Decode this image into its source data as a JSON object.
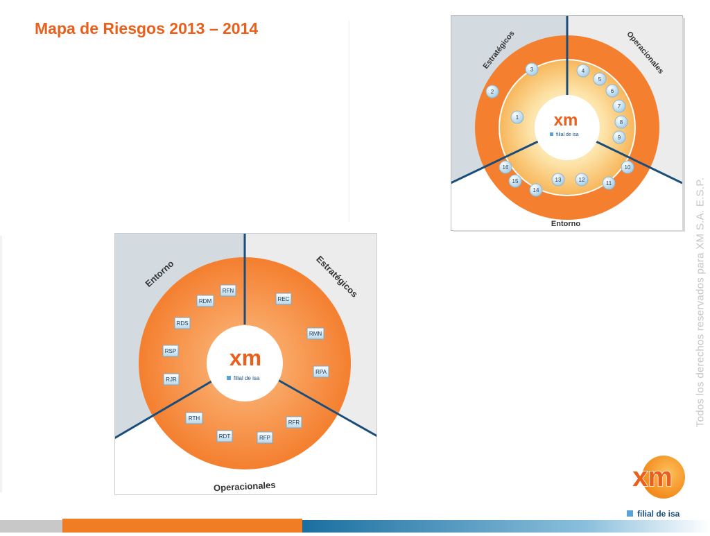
{
  "page": {
    "title": "Mapa de Riesgos 2013 – 2014"
  },
  "copyright": "Todos los derechos reservados para XM S.A. E.S.P.",
  "colors": {
    "accent": "#e8601c",
    "orange": "#f47f2f",
    "blue": "#1a4d7a",
    "grey_bg": "#d3dbe1",
    "light_grey": "#ececec"
  },
  "diagram_2013": {
    "sectors": [
      "Estratégicos",
      "Operacionales",
      "Entorno"
    ],
    "center": {
      "brand": "xm",
      "tagline": "filial de isa"
    },
    "nodes": [
      "1",
      "2",
      "3",
      "4",
      "5",
      "6",
      "7",
      "8",
      "9",
      "10",
      "11",
      "12",
      "13",
      "14",
      "15",
      "16"
    ]
  },
  "diagram_2014": {
    "sectors": [
      "Entorno",
      "Estratégicos",
      "Operacionales"
    ],
    "center": {
      "brand": "xm",
      "tagline": "filial de isa"
    },
    "nodes": [
      "RFN",
      "RDM",
      "RDS",
      "RSP",
      "RJR",
      "REC",
      "RMN",
      "RPA",
      "RTH",
      "RDT",
      "RFP",
      "RFR"
    ]
  },
  "logo": {
    "brand": "xm",
    "tagline": "filial de isa"
  }
}
